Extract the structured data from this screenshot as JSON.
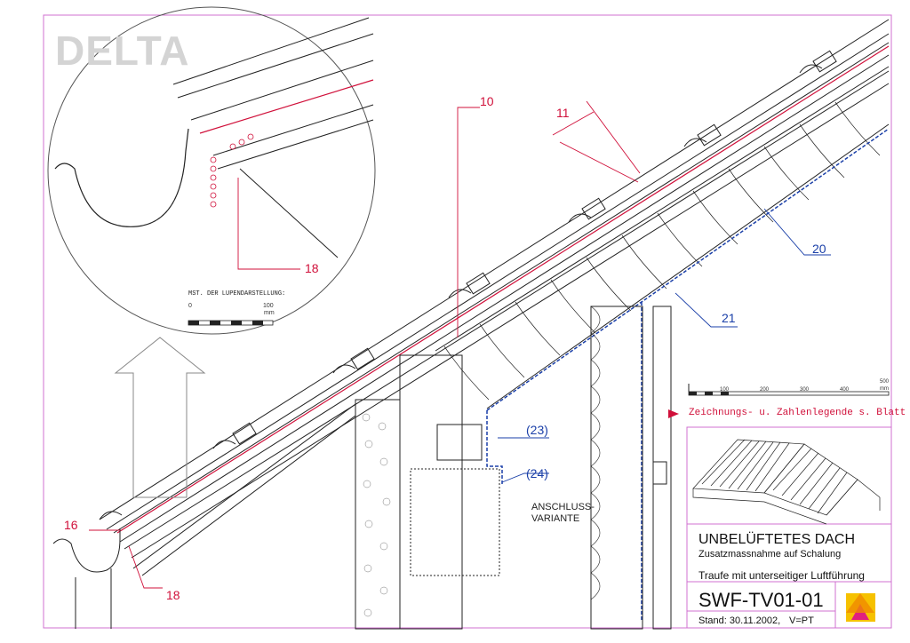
{
  "brand": {
    "logo": "DELTA"
  },
  "callouts": {
    "c10": "10",
    "c11": "11",
    "c16": "16",
    "c18a": "18",
    "c18b": "18",
    "c20": "20",
    "c21": "21",
    "c23": "(23)",
    "c24": "(24)"
  },
  "detail": {
    "massstab_label": "MST. DER LUPENDARSTELLUNG:",
    "scale_start": "0",
    "scale_end": "100",
    "scale_unit": "mm"
  },
  "main_scale": {
    "ticks": [
      "100",
      "200",
      "300",
      "400",
      "500"
    ],
    "unit": "mm"
  },
  "anschluss": {
    "line1": "ANSCHLUSS-",
    "line2": "VARIANTE"
  },
  "legend_note": "Zeichnungs- u. Zahlenlegende s. Blatt DLT-LGD",
  "title_block": {
    "title": "UNBELÜFTETES DACH",
    "subtitle": "Zusatzmassnahme auf Schalung",
    "description": "Traufe mit unterseitiger Luftführung",
    "drawing_code": "SWF-TV01-01",
    "stand": "Stand: 30.11.2002,",
    "version": "V=PT"
  },
  "colors": {
    "red": "#d0103a",
    "blue": "#1a3fa8",
    "magenta_frame": "#d070d0",
    "logo_gray": "#d4d4d4"
  }
}
